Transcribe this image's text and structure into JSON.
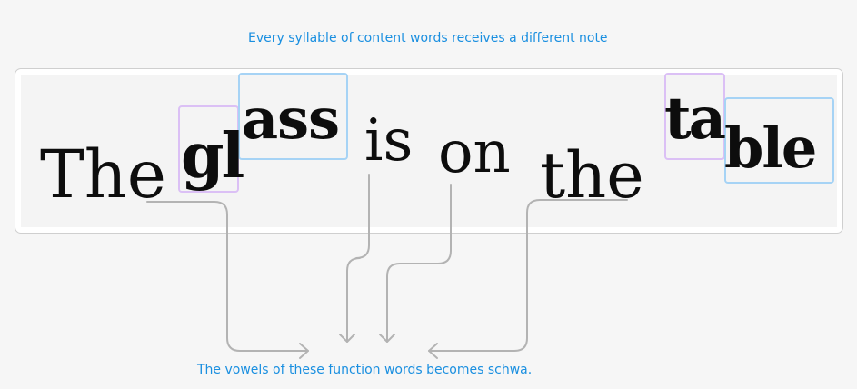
{
  "diagram": {
    "top_caption": "Every syllable of content words receives a different note",
    "bottom_caption": "The vowels of these function words becomes schwa.",
    "words": [
      {
        "text": "The",
        "kind": "function"
      },
      {
        "text": "gl",
        "kind": "content-syllable"
      },
      {
        "text": "ass",
        "kind": "content-syllable"
      },
      {
        "text": "is",
        "kind": "function"
      },
      {
        "text": "on",
        "kind": "function"
      },
      {
        "text": "the",
        "kind": "function"
      },
      {
        "text": "ta",
        "kind": "content-syllable"
      },
      {
        "text": "ble",
        "kind": "content-syllable"
      }
    ],
    "colors": {
      "caption": "#1a8fe0",
      "syllable_box_a": "#dbc0f5",
      "syllable_box_b": "#a6d3f5",
      "arrow": "#b3b3b3"
    }
  }
}
